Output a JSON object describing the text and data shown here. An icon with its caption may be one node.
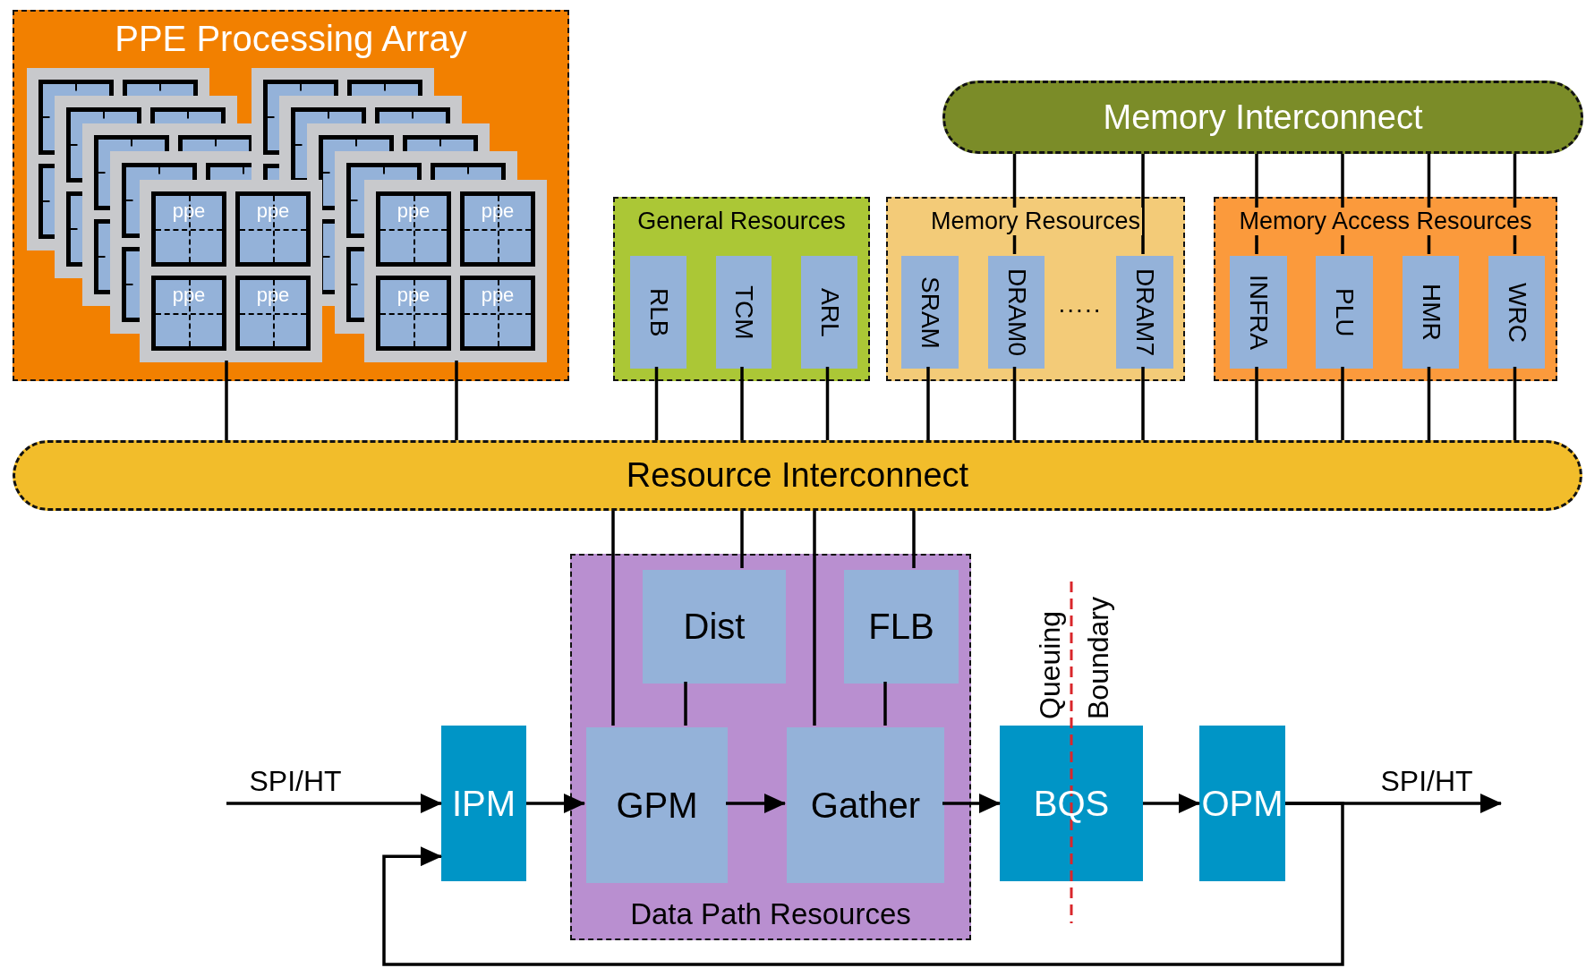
{
  "diagram": {
    "nodes": [
      {
        "text": [
          "PPE Processing Array"
        ]
      },
      {
        "text": [],
        "shape": "box",
        "in": 0
      },
      {
        "text": [
          "ppe"
        ],
        "in": 1
      },
      {
        "text": [
          "ppe"
        ],
        "in": 1
      },
      {
        "text": [
          "ppe"
        ],
        "in": 1
      },
      {
        "text": [
          "ppe"
        ],
        "in": 1
      },
      {
        "text": [],
        "shape": "box",
        "in": 0
      },
      {
        "text": [
          "ppe"
        ],
        "in": 6
      },
      {
        "text": [
          "ppe"
        ],
        "in": 6
      },
      {
        "text": [
          "ppe"
        ],
        "in": 6
      },
      {
        "text": [
          "ppe"
        ],
        "in": 6
      },
      {
        "text": [
          "Memory Interconnect"
        ]
      },
      {
        "text": [
          "General Resources"
        ]
      },
      {
        "text": [
          "RLB"
        ],
        "in": 12
      },
      {
        "text": [
          "TCM"
        ],
        "in": 12
      },
      {
        "text": [
          "ARL"
        ],
        "in": 12
      },
      {
        "text": [
          "Memory Resources"
        ]
      },
      {
        "text": [
          "SRAM"
        ],
        "in": 16
      },
      {
        "text": [
          "DRAM0"
        ],
        "in": 16
      },
      {
        "text": [
          "DRAM7"
        ],
        "in": 16
      },
      {
        "text": [
          "Memory Access Resources"
        ]
      },
      {
        "text": [
          "INFRA"
        ],
        "in": 20
      },
      {
        "text": [
          "PLU"
        ],
        "in": 20
      },
      {
        "text": [
          "HMR"
        ],
        "in": 20
      },
      {
        "text": [
          "WRC"
        ],
        "in": 20
      },
      {
        "text": [
          "Resource Interconnect"
        ]
      },
      {
        "text": [
          "Data Path Resources"
        ]
      },
      {
        "text": [
          "Dist"
        ],
        "in": 26
      },
      {
        "text": [
          "FLB"
        ],
        "in": 26
      },
      {
        "text": [
          "GPM"
        ],
        "in": 26
      },
      {
        "text": [
          "Gather"
        ],
        "in": 26
      },
      {
        "text": [
          "IPM"
        ]
      },
      {
        "text": [
          "BQS"
        ]
      },
      {
        "text": [
          "OPM"
        ]
      }
    ],
    "edges": [
      {
        "from": 1,
        "to": 25,
        "arrow": "none"
      },
      {
        "from": 6,
        "to": 25,
        "arrow": "none"
      },
      {
        "from": 13,
        "to": 25,
        "arrow": "none"
      },
      {
        "from": 14,
        "to": 25,
        "arrow": "none"
      },
      {
        "from": 15,
        "to": 25,
        "arrow": "none"
      },
      {
        "from": 17,
        "to": 25,
        "arrow": "none"
      },
      {
        "from": 18,
        "to": 25,
        "arrow": "none"
      },
      {
        "from": 19,
        "to": 25,
        "arrow": "none"
      },
      {
        "from": 11,
        "to": 18,
        "arrow": "none"
      },
      {
        "from": 11,
        "to": 19,
        "arrow": "none"
      },
      {
        "from": 11,
        "to": 21,
        "arrow": "none"
      },
      {
        "from": 11,
        "to": 22,
        "arrow": "none"
      },
      {
        "from": 11,
        "to": 23,
        "arrow": "none"
      },
      {
        "from": 11,
        "to": 24,
        "arrow": "none"
      },
      {
        "from": 21,
        "to": 25,
        "arrow": "none"
      },
      {
        "from": 22,
        "to": 25,
        "arrow": "none"
      },
      {
        "from": 23,
        "to": 25,
        "arrow": "none"
      },
      {
        "from": 24,
        "to": 25,
        "arrow": "none"
      },
      {
        "from": 25,
        "to": 29,
        "arrow": "none"
      },
      {
        "from": 25,
        "to": 27,
        "arrow": "none"
      },
      {
        "from": 25,
        "to": 30,
        "arrow": "none"
      },
      {
        "from": 25,
        "to": 28,
        "arrow": "none"
      },
      {
        "from": 27,
        "to": 29,
        "arrow": "none"
      },
      {
        "from": 28,
        "to": 30,
        "arrow": "none"
      },
      {
        "from": null,
        "to": 31,
        "arrow": "to",
        "label": "SPI/HT"
      },
      {
        "from": 31,
        "to": 29,
        "arrow": "to"
      },
      {
        "from": 29,
        "to": 30,
        "arrow": "to"
      },
      {
        "from": 30,
        "to": 32,
        "arrow": "to"
      },
      {
        "from": 32,
        "to": 33,
        "arrow": "to"
      },
      {
        "from": 33,
        "to": null,
        "arrow": "to",
        "label": "SPI/HT"
      },
      {
        "from": 33,
        "to": 31,
        "arrow": "to"
      }
    ],
    "labels": [
      "Queuing Boundary",
      "....."
    ]
  }
}
